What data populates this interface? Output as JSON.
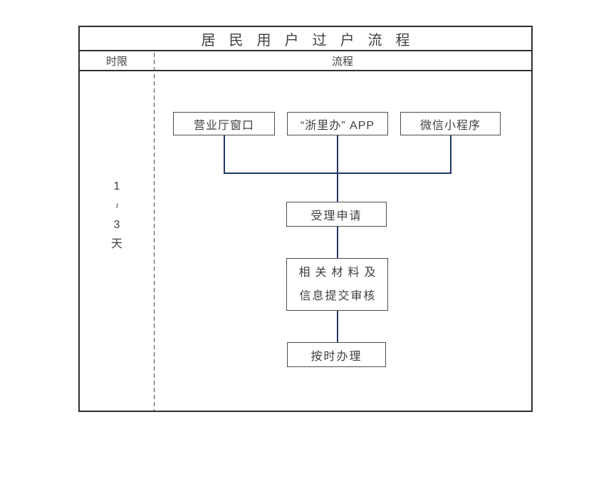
{
  "title": "居民用户过户流程",
  "header": {
    "time_col": "时限",
    "flow_col": "流程"
  },
  "timeline": {
    "lines": [
      "1",
      "~",
      "3",
      "天"
    ]
  },
  "flow": {
    "channels": [
      "营业厅窗口",
      "“浙里办” APP",
      "微信小程序"
    ],
    "steps": {
      "accept": "受理申请",
      "review_line1": "相关材料及",
      "review_line2": "信息提交审核",
      "ontime": "按时办理"
    }
  },
  "colors": {
    "connector": "#1f3864",
    "box_border": "#4d4d4d",
    "table_border": "#2e2e2e",
    "text": "#3f3f3f"
  }
}
